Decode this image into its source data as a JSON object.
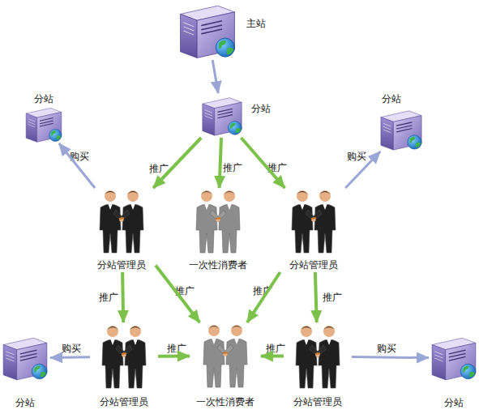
{
  "diagram": {
    "nodes": [
      {
        "text": [
          "主站"
        ]
      },
      {
        "text": [
          "分站"
        ]
      },
      {
        "text": [
          "分站"
        ]
      },
      {
        "text": [
          "分站"
        ]
      },
      {
        "text": [
          "分站管理员"
        ]
      },
      {
        "text": [
          "一次性消费者"
        ]
      },
      {
        "text": [
          "分站管理员"
        ]
      },
      {
        "text": [
          "分站"
        ]
      },
      {
        "text": [
          "分站管理员"
        ]
      },
      {
        "text": [
          "一次性消费者"
        ]
      },
      {
        "text": [
          "分站管理员"
        ]
      },
      {
        "text": [
          "分站"
        ]
      }
    ],
    "edges": [
      {
        "from": 0,
        "to": 2,
        "arrow": "to"
      },
      {
        "from": 2,
        "to": 4,
        "label": "推广",
        "arrow": "to"
      },
      {
        "from": 2,
        "to": 5,
        "label": "推广",
        "arrow": "to"
      },
      {
        "from": 2,
        "to": 6,
        "label": "推广",
        "arrow": "to"
      },
      {
        "from": 4,
        "to": 1,
        "label": "购买",
        "arrow": "to"
      },
      {
        "from": 6,
        "to": 3,
        "label": "购买",
        "arrow": "to"
      },
      {
        "from": 4,
        "to": 8,
        "label": "推广",
        "arrow": "to"
      },
      {
        "from": 4,
        "to": 9,
        "label": "推广",
        "arrow": "to"
      },
      {
        "from": 6,
        "to": 9,
        "label": "推广",
        "arrow": "to"
      },
      {
        "from": 6,
        "to": 10,
        "label": "推广",
        "arrow": "to"
      },
      {
        "from": 8,
        "to": 7,
        "label": "购买",
        "arrow": "to"
      },
      {
        "from": 8,
        "to": 9,
        "label": "推广",
        "arrow": "to"
      },
      {
        "from": 10,
        "to": 9,
        "label": "推广",
        "arrow": "to"
      },
      {
        "from": 10,
        "to": 11,
        "label": "购买",
        "arrow": "to"
      }
    ]
  }
}
